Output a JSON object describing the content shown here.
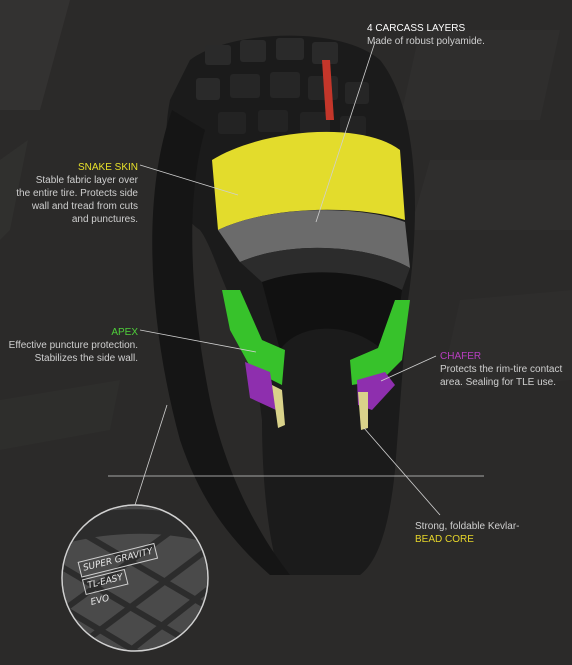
{
  "labels": {
    "carcass": {
      "title": "4 CARCASS LAYERS",
      "desc": "Made of robust polyamide.",
      "color": "#ffffff"
    },
    "snake_skin": {
      "title": "SNAKE SKIN",
      "desc": [
        "Stable fabric layer over",
        "the entire tire. Protects side",
        "wall and tread from cuts",
        "and punctures."
      ],
      "color": "#e7e02a"
    },
    "apex": {
      "title": "APEX",
      "desc": [
        "Effective puncture protection.",
        "Stabilizes the side wall."
      ],
      "color": "#4fcf3a"
    },
    "chafer": {
      "title": "CHAFER",
      "desc": [
        "Protects the rim-tire contact",
        "area. Sealing for TLE use."
      ],
      "color": "#b83ec0"
    },
    "bead_core": {
      "desc": "Strong, foldable Kevlar-",
      "title": "BEAD CORE",
      "color": "#e6d52a"
    }
  },
  "inset_badge": {
    "lines": [
      "SUPER GRAVITY",
      "TL-EASY",
      "EVO"
    ]
  },
  "colors": {
    "background": "#2b2a29",
    "tire": "#1b1b1b",
    "snake_skin_layer": "#e3dc2c",
    "carcass_layer": "#6b6b6b",
    "apex_layer": "#37c22b",
    "chafer_layer": "#8e2fae",
    "bead_core": "#d9d28a",
    "tread_accent": "#c4362a"
  }
}
